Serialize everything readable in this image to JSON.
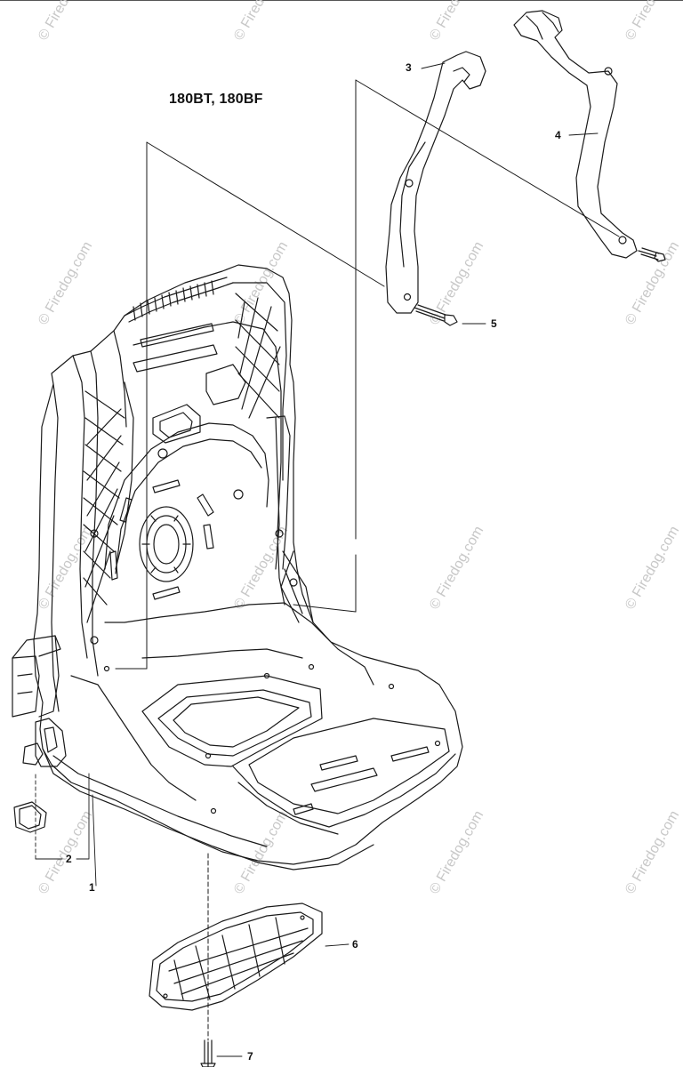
{
  "diagram": {
    "model_title": "180BT, 180BF",
    "watermark_text": "© Firedog.com",
    "callouts": [
      {
        "id": "1",
        "label": "1"
      },
      {
        "id": "2",
        "label": "2"
      },
      {
        "id": "3",
        "label": "3"
      },
      {
        "id": "4",
        "label": "4"
      },
      {
        "id": "5",
        "label": "5"
      },
      {
        "id": "6",
        "label": "6"
      },
      {
        "id": "7",
        "label": "7"
      }
    ],
    "colors": {
      "line": "#1a1a1a",
      "watermark": "#c8c8c8",
      "background": "#ffffff"
    }
  }
}
